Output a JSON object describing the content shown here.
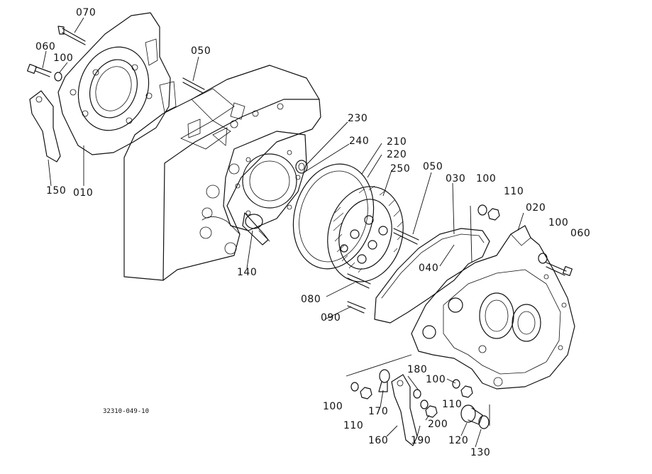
{
  "drawing_code": "32310-049-10",
  "colors": {
    "line": "#111111",
    "background": "#ffffff"
  },
  "callouts": [
    {
      "id": "c070",
      "text": "070"
    },
    {
      "id": "c060a",
      "text": "060"
    },
    {
      "id": "c100a",
      "text": "100"
    },
    {
      "id": "c050a",
      "text": "050"
    },
    {
      "id": "c150",
      "text": "150"
    },
    {
      "id": "c010",
      "text": "010"
    },
    {
      "id": "c230",
      "text": "230"
    },
    {
      "id": "c240",
      "text": "240"
    },
    {
      "id": "c210",
      "text": "210"
    },
    {
      "id": "c220",
      "text": "220"
    },
    {
      "id": "c250",
      "text": "250"
    },
    {
      "id": "c050b",
      "text": "050"
    },
    {
      "id": "c030",
      "text": "030"
    },
    {
      "id": "c100b",
      "text": "100"
    },
    {
      "id": "c110a",
      "text": "110"
    },
    {
      "id": "c020",
      "text": "020"
    },
    {
      "id": "c100c",
      "text": "100"
    },
    {
      "id": "c060b",
      "text": "060"
    },
    {
      "id": "c040",
      "text": "040"
    },
    {
      "id": "c140",
      "text": "140"
    },
    {
      "id": "c080",
      "text": "080"
    },
    {
      "id": "c090",
      "text": "090"
    },
    {
      "id": "c180",
      "text": "180"
    },
    {
      "id": "c100d",
      "text": "100"
    },
    {
      "id": "c110b",
      "text": "110"
    },
    {
      "id": "c100e",
      "text": "100"
    },
    {
      "id": "c110c",
      "text": "110"
    },
    {
      "id": "c170",
      "text": "170"
    },
    {
      "id": "c200",
      "text": "200"
    },
    {
      "id": "c160",
      "text": "160"
    },
    {
      "id": "c190",
      "text": "190"
    },
    {
      "id": "c120",
      "text": "120"
    },
    {
      "id": "c130",
      "text": "130"
    }
  ]
}
